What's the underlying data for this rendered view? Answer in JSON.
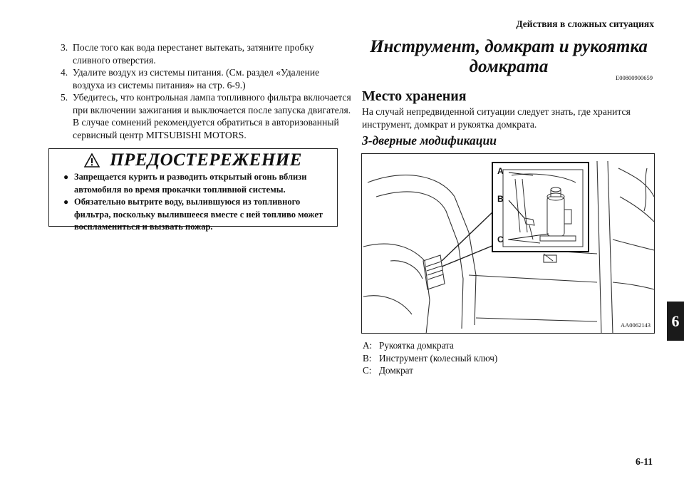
{
  "header": {
    "title": "Действия в сложных ситуациях",
    "page_number": "6-11"
  },
  "chapter_tab": "6",
  "steps": [
    {
      "num": "3.",
      "text": "После того как вода перестанет вытекать, затяните пробку сливного отверстия."
    },
    {
      "num": "4.",
      "text": "Удалите воздух из системы питания. (См. раздел «Удаление воздуха из системы питания» на стр. 6-9.)"
    },
    {
      "num": "5.",
      "text": "Убедитесь, что контрольная лампа топливного фильтра включается при включении зажигания и выключается после запуска двигателя. В случае сомнений рекомендуется обратиться в авторизованный сервисный центр MITSUBISHI MOTORS."
    }
  ],
  "warning": {
    "icon": "warning-triangle-icon",
    "title": "ПРЕДОСТЕРЕЖЕНИЕ",
    "items": [
      "Запрещается курить и разводить открытый огонь вблизи автомобиля во время прокачки топливной системы.",
      "Обязательно вытрите воду, вылившуюся из топливного фильтра, поскольку вылившееся вместе с ней топливо может воспламениться и вызвать пожар."
    ]
  },
  "section": {
    "title_line1": "Инструмент, домкрат и рукоятка",
    "title_line2": "домкрата",
    "doc_code": "E00800900659",
    "subtitle": "Место хранения",
    "intro": "На случай непредвиденной ситуации следует знать, где хранится инструмент, домкрат и рукоятка домкрата.",
    "subsubtitle": "3-дверные модификации"
  },
  "figure": {
    "code": "AA0062143",
    "callouts": {
      "a": "A",
      "b": "B",
      "c": "C"
    }
  },
  "legend": [
    {
      "key": "A:",
      "text": "Рукоятка домкрата"
    },
    {
      "key": "B:",
      "text": "Инструмент (колесный ключ)"
    },
    {
      "key": "C:",
      "text": "Домкрат"
    }
  ]
}
